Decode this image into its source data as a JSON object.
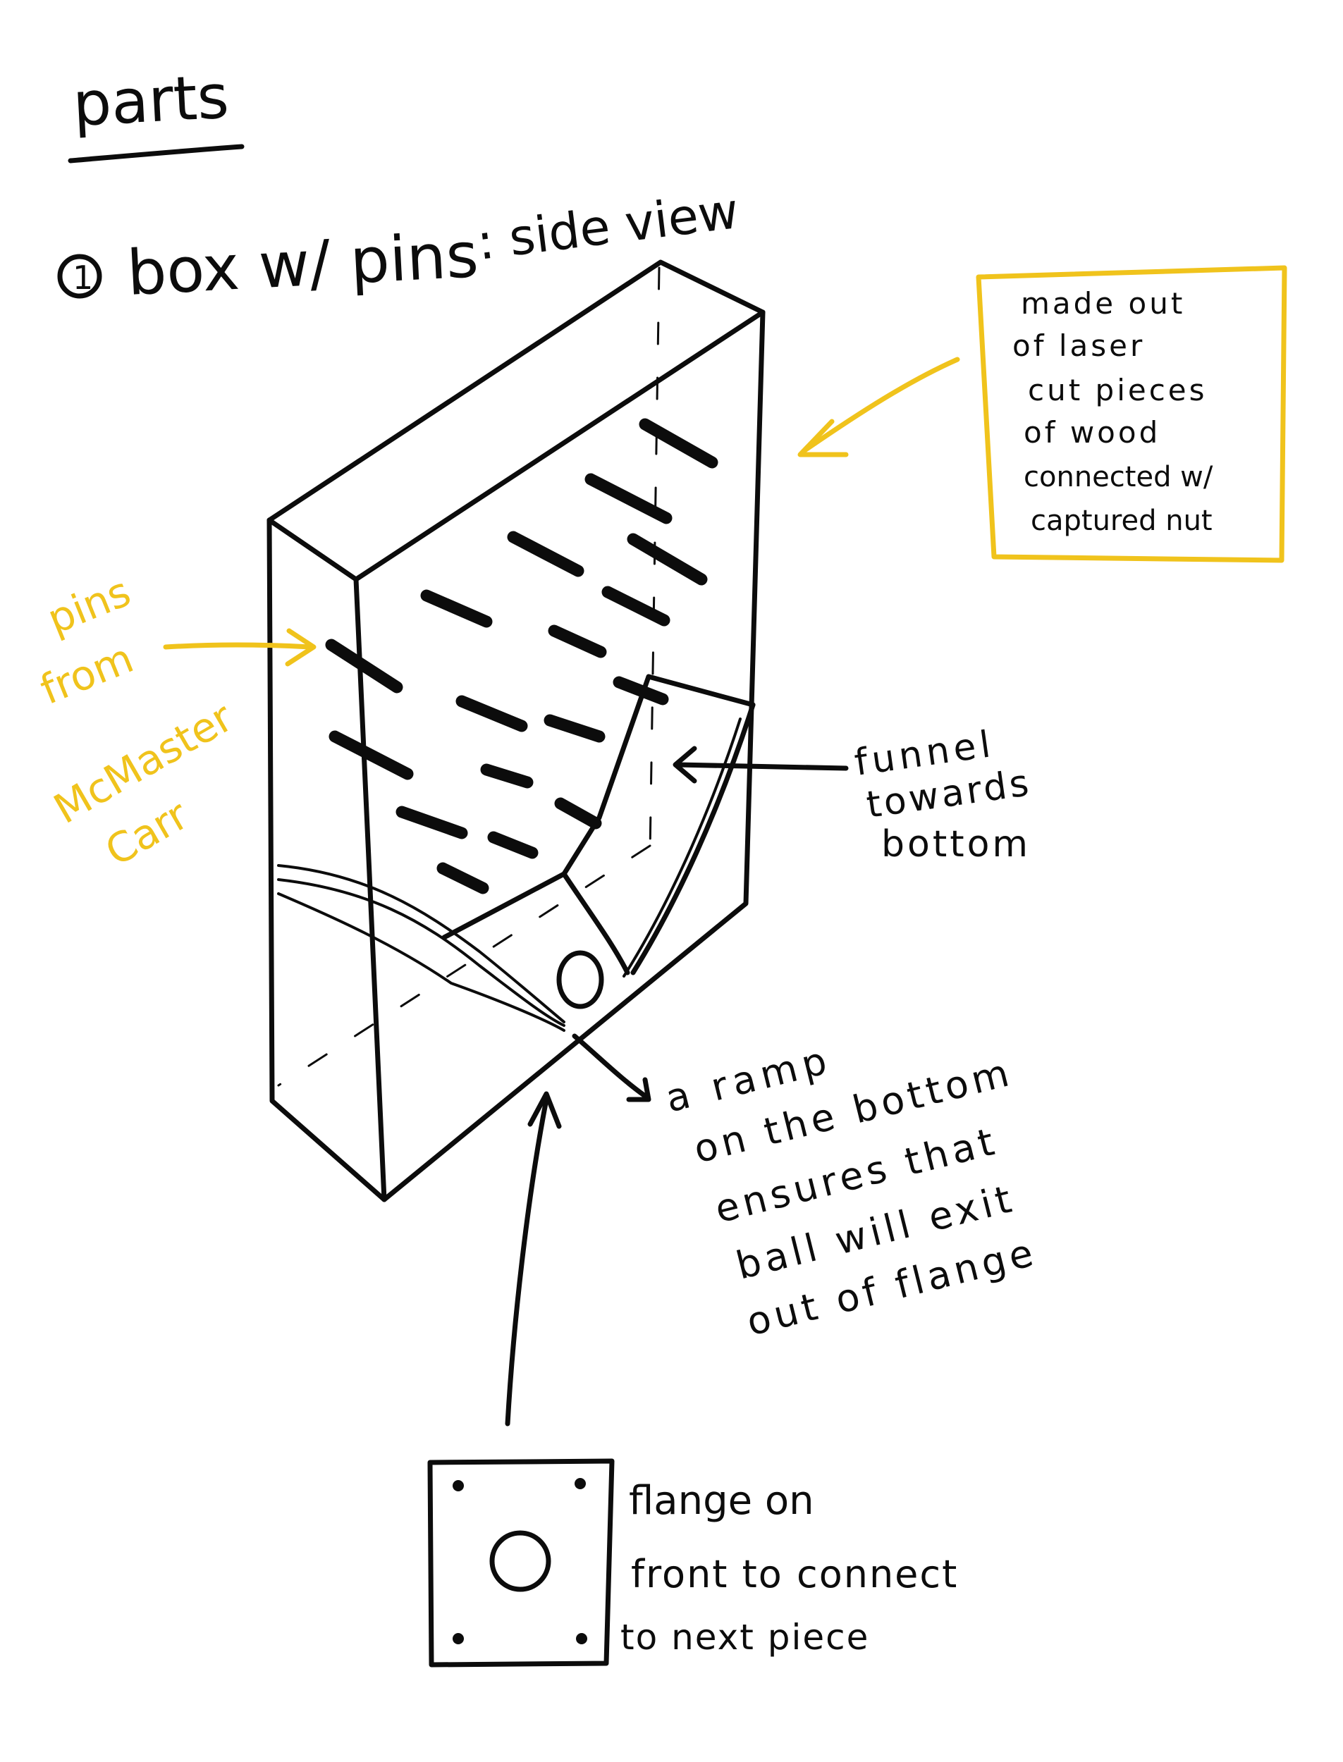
{
  "title": "parts",
  "subtitle": {
    "number": "1",
    "text": "box w/ pins",
    "view": ": side view"
  },
  "note_box": {
    "lines": [
      "made out",
      "of laser",
      "cut pieces",
      "of wood",
      "connected w/",
      "captured nut"
    ]
  },
  "pins_label": {
    "lines": [
      "pins",
      "from",
      "McMaster",
      "Carr"
    ]
  },
  "funnel_label": {
    "lines": [
      "funnel",
      "towards",
      "bottom"
    ]
  },
  "ramp_label": {
    "lines": [
      "a ramp",
      "on the bottom",
      "ensures that",
      "ball will exit",
      "out of flange"
    ]
  },
  "flange_label": {
    "lines": [
      "flange on",
      "front to connect",
      "to next piece"
    ]
  },
  "colors": {
    "ink": "#0c0c0c",
    "highlight": "#f0c31c",
    "paper": "#ffffff"
  }
}
